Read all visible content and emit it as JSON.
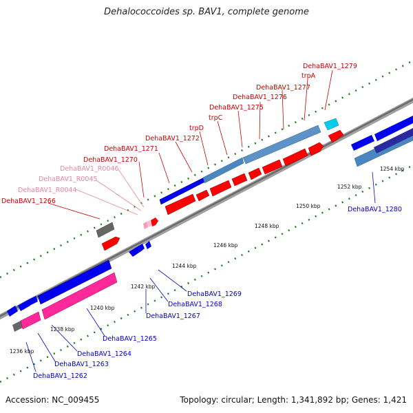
{
  "title": "Dehalococcoides sp. BAV1, complete genome",
  "footer": {
    "accession": "Accession: NC_009455",
    "summary": "Topology: circular; Length: 1,341,892 bp; Genes: 1,421"
  },
  "kbp_labels": [
    "1236 kbp",
    "1238 kbp",
    "1240 kbp",
    "1242 kbp",
    "1244 kbp",
    "1246 kbp",
    "1248 kbp",
    "1250 kbp",
    "1252 kbp",
    "1254 kbp"
  ],
  "upper_labels": [
    "DehaBAV1_1266",
    "DehaBAV1_R0044",
    "DehaBAV1_R0045",
    "DehaBAV1_R0046",
    "DehaBAV1_1270",
    "DehaBAV1_1271",
    "DehaBAV1_1272",
    "trpD",
    "trpC",
    "DehaBAV1_1275",
    "DehaBAV1_1276",
    "DehaBAV1_1277",
    "trpA",
    "DehaBAV1_1279"
  ],
  "lower_labels": [
    "DehaBAV1_1262",
    "DehaBAV1_1263",
    "DehaBAV1_1264",
    "DehaBAV1_1265",
    "DehaBAV1_1267",
    "DehaBAV1_1268",
    "DehaBAV1_1269",
    "DehaBAV1_1280"
  ],
  "colors": {
    "red_label": "#cc0000",
    "pink_label": "#e8889a",
    "blue_label": "#0000cc",
    "red_feature": "#ff0000",
    "blue_feature": "#0000ee",
    "steel_feature": "#4a86c0",
    "magenta_feature": "#ff2a9a",
    "tick": "#1a7a1a",
    "backbone": "#808080"
  }
}
